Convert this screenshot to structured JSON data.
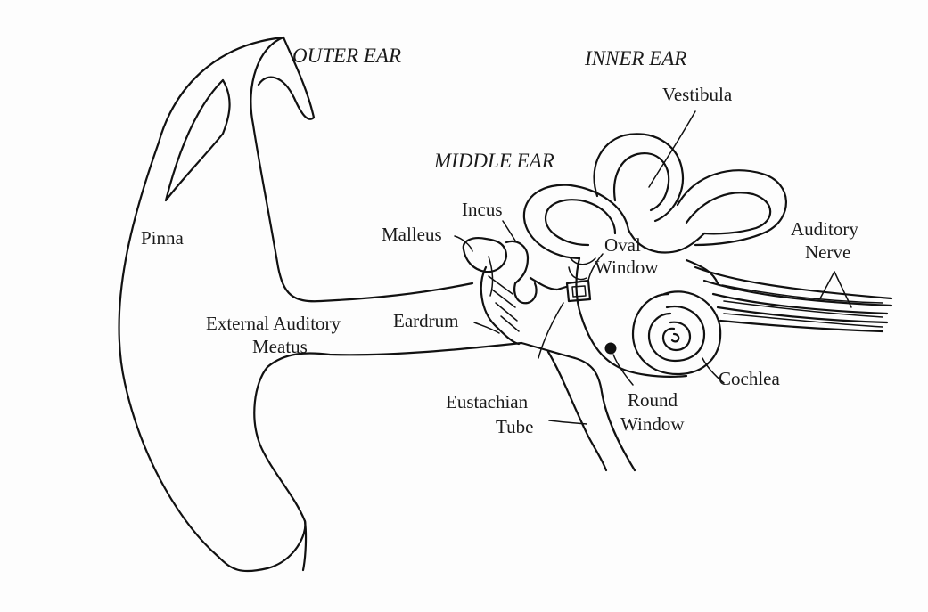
{
  "diagram": {
    "sections": {
      "outer_ear": "OUTER EAR",
      "middle_ear": "MIDDLE EAR",
      "inner_ear": "INNER EAR"
    },
    "labels": {
      "pinna": "Pinna",
      "external_auditory_meatus_line1": "External Auditory",
      "external_auditory_meatus_line2": "Meatus",
      "eardrum": "Eardrum",
      "malleus": "Malleus",
      "incus": "Incus",
      "oval_window_line1": "Oval",
      "oval_window_line2": "Window",
      "eustachian_tube_line1": "Eustachian",
      "eustachian_tube_line2": "Tube",
      "round_window_line1": "Round",
      "round_window_line2": "Window",
      "vestibula": "Vestibula",
      "auditory_nerve_line1": "Auditory",
      "auditory_nerve_line2": "Nerve",
      "cochlea": "Cochlea"
    }
  }
}
